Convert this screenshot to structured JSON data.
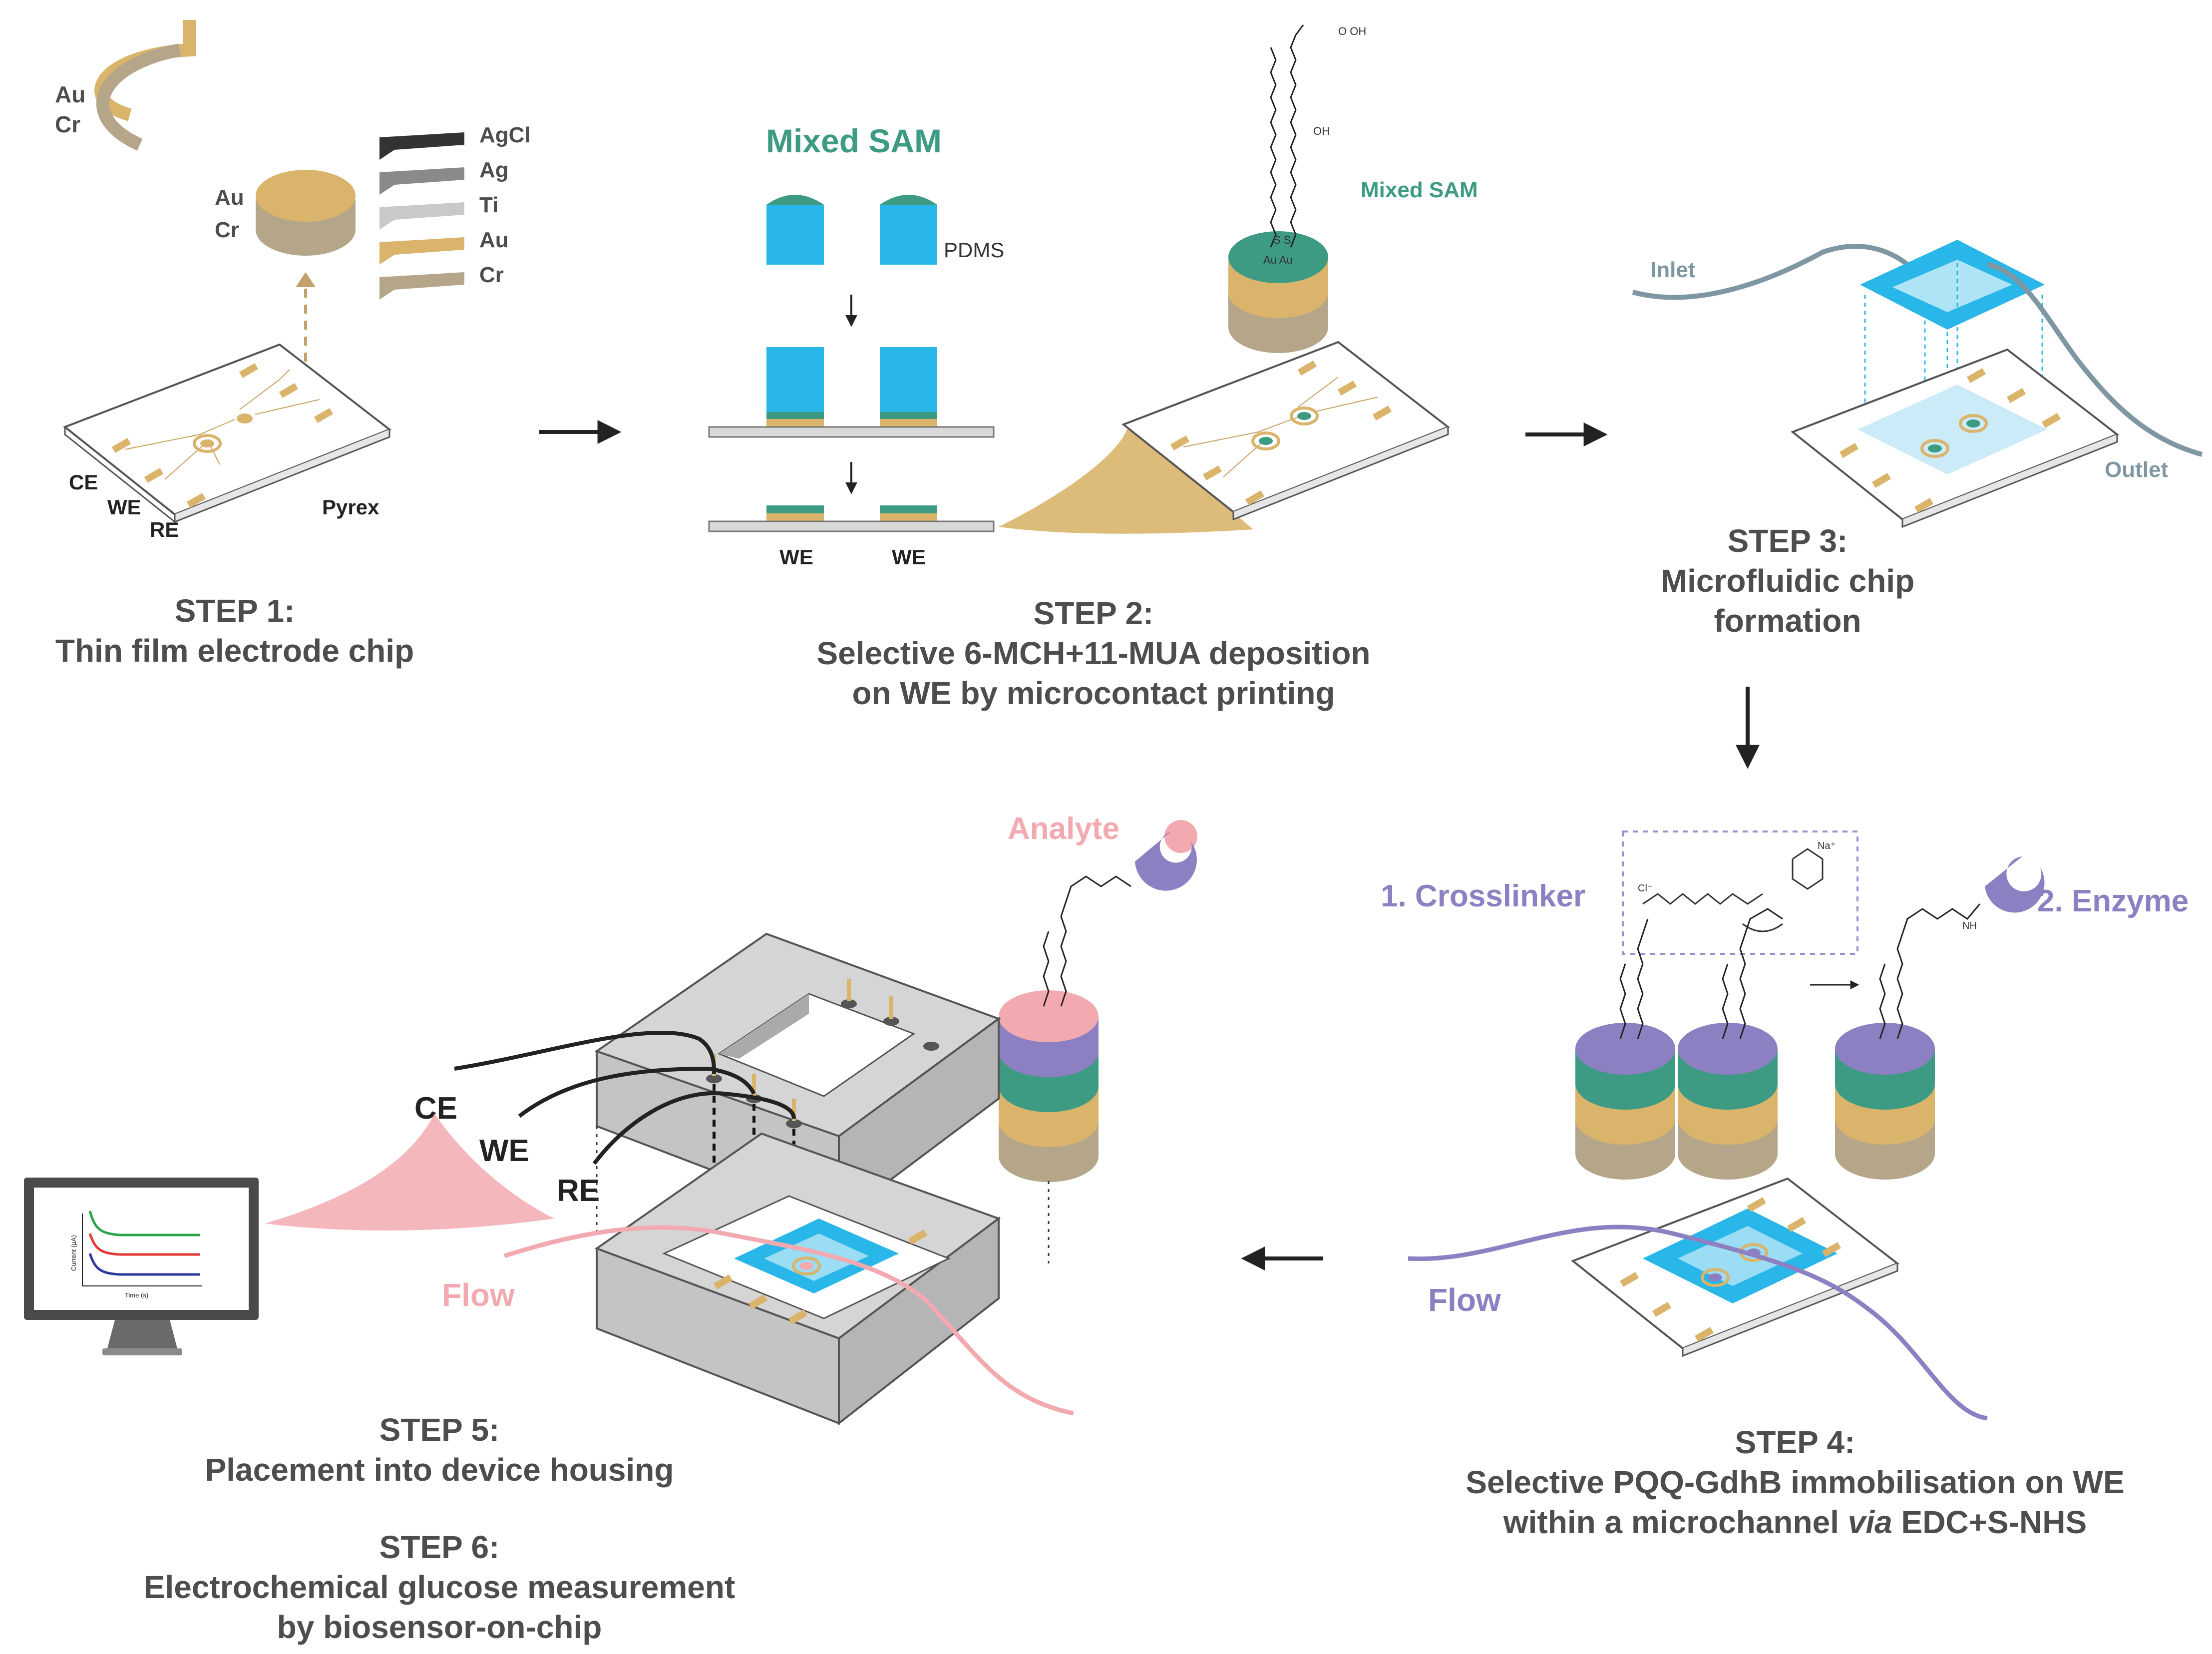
{
  "colors": {
    "gold": "#d9b46a",
    "gold_dark": "#c19a52",
    "cr": "#b5a68a",
    "teal": "#3d9b84",
    "pdms": "#29b6e8",
    "lavender": "#8d80c2",
    "pink": "#f2aab0",
    "inlet": "#7f97a3",
    "housing": "#d0d0d0",
    "text_dark": "#4d4d4d"
  },
  "step1": {
    "layers_left": [
      "Au",
      "Cr"
    ],
    "disk_labels": [
      "Au",
      "Cr"
    ],
    "stack_labels": [
      "AgCl",
      "Ag",
      "Ti",
      "Au",
      "Cr"
    ],
    "electrode_labels": [
      "CE",
      "WE",
      "RE"
    ],
    "substrate": "Pyrex",
    "title_line1": "STEP 1:",
    "title_line2": "Thin film electrode chip"
  },
  "step2": {
    "heading": "Mixed SAM",
    "stamp_label": "PDMS",
    "we_labels": [
      "WE",
      "WE"
    ],
    "sam_label": "Mixed SAM",
    "chem_oh": "OH",
    "chem_acid": "O   OH",
    "chem_s": "S  S",
    "chem_au": "Au Au",
    "title_line1": "STEP 2:",
    "title_line2": "Selective 6-MCH+11-MUA deposition",
    "title_line3": "on WE by microcontact printing"
  },
  "step3": {
    "inlet": "Inlet",
    "outlet": "Outlet",
    "title_line1": "STEP 3:",
    "title_line2": "Microfluidic chip",
    "title_line3": "formation"
  },
  "step4": {
    "crosslinker": "1. Crosslinker",
    "enzyme": "2. Enzyme",
    "flow": "Flow",
    "chem_na": "Na⁺",
    "chem_cl": "Cl⁻",
    "chem_nh": "NH",
    "title_line1": "STEP 4:",
    "title_line2": "Selective PQQ-GdhB immobilisation on WE",
    "title_line3a": "within a microchannel ",
    "title_line3b": "via",
    "title_line3c": " EDC+S-NHS"
  },
  "step5": {
    "analyte": "Analyte",
    "flow": "Flow",
    "wire_labels": [
      "CE",
      "WE",
      "RE"
    ],
    "monitor_ylabel": "Current (μA)",
    "monitor_xlabel": "Time (s)",
    "title_line1": "STEP 5:",
    "title_line2": "Placement into device housing",
    "title_line3": "STEP 6:",
    "title_line4": "Electrochemical glucose measurement",
    "title_line5": "by biosensor-on-chip"
  }
}
